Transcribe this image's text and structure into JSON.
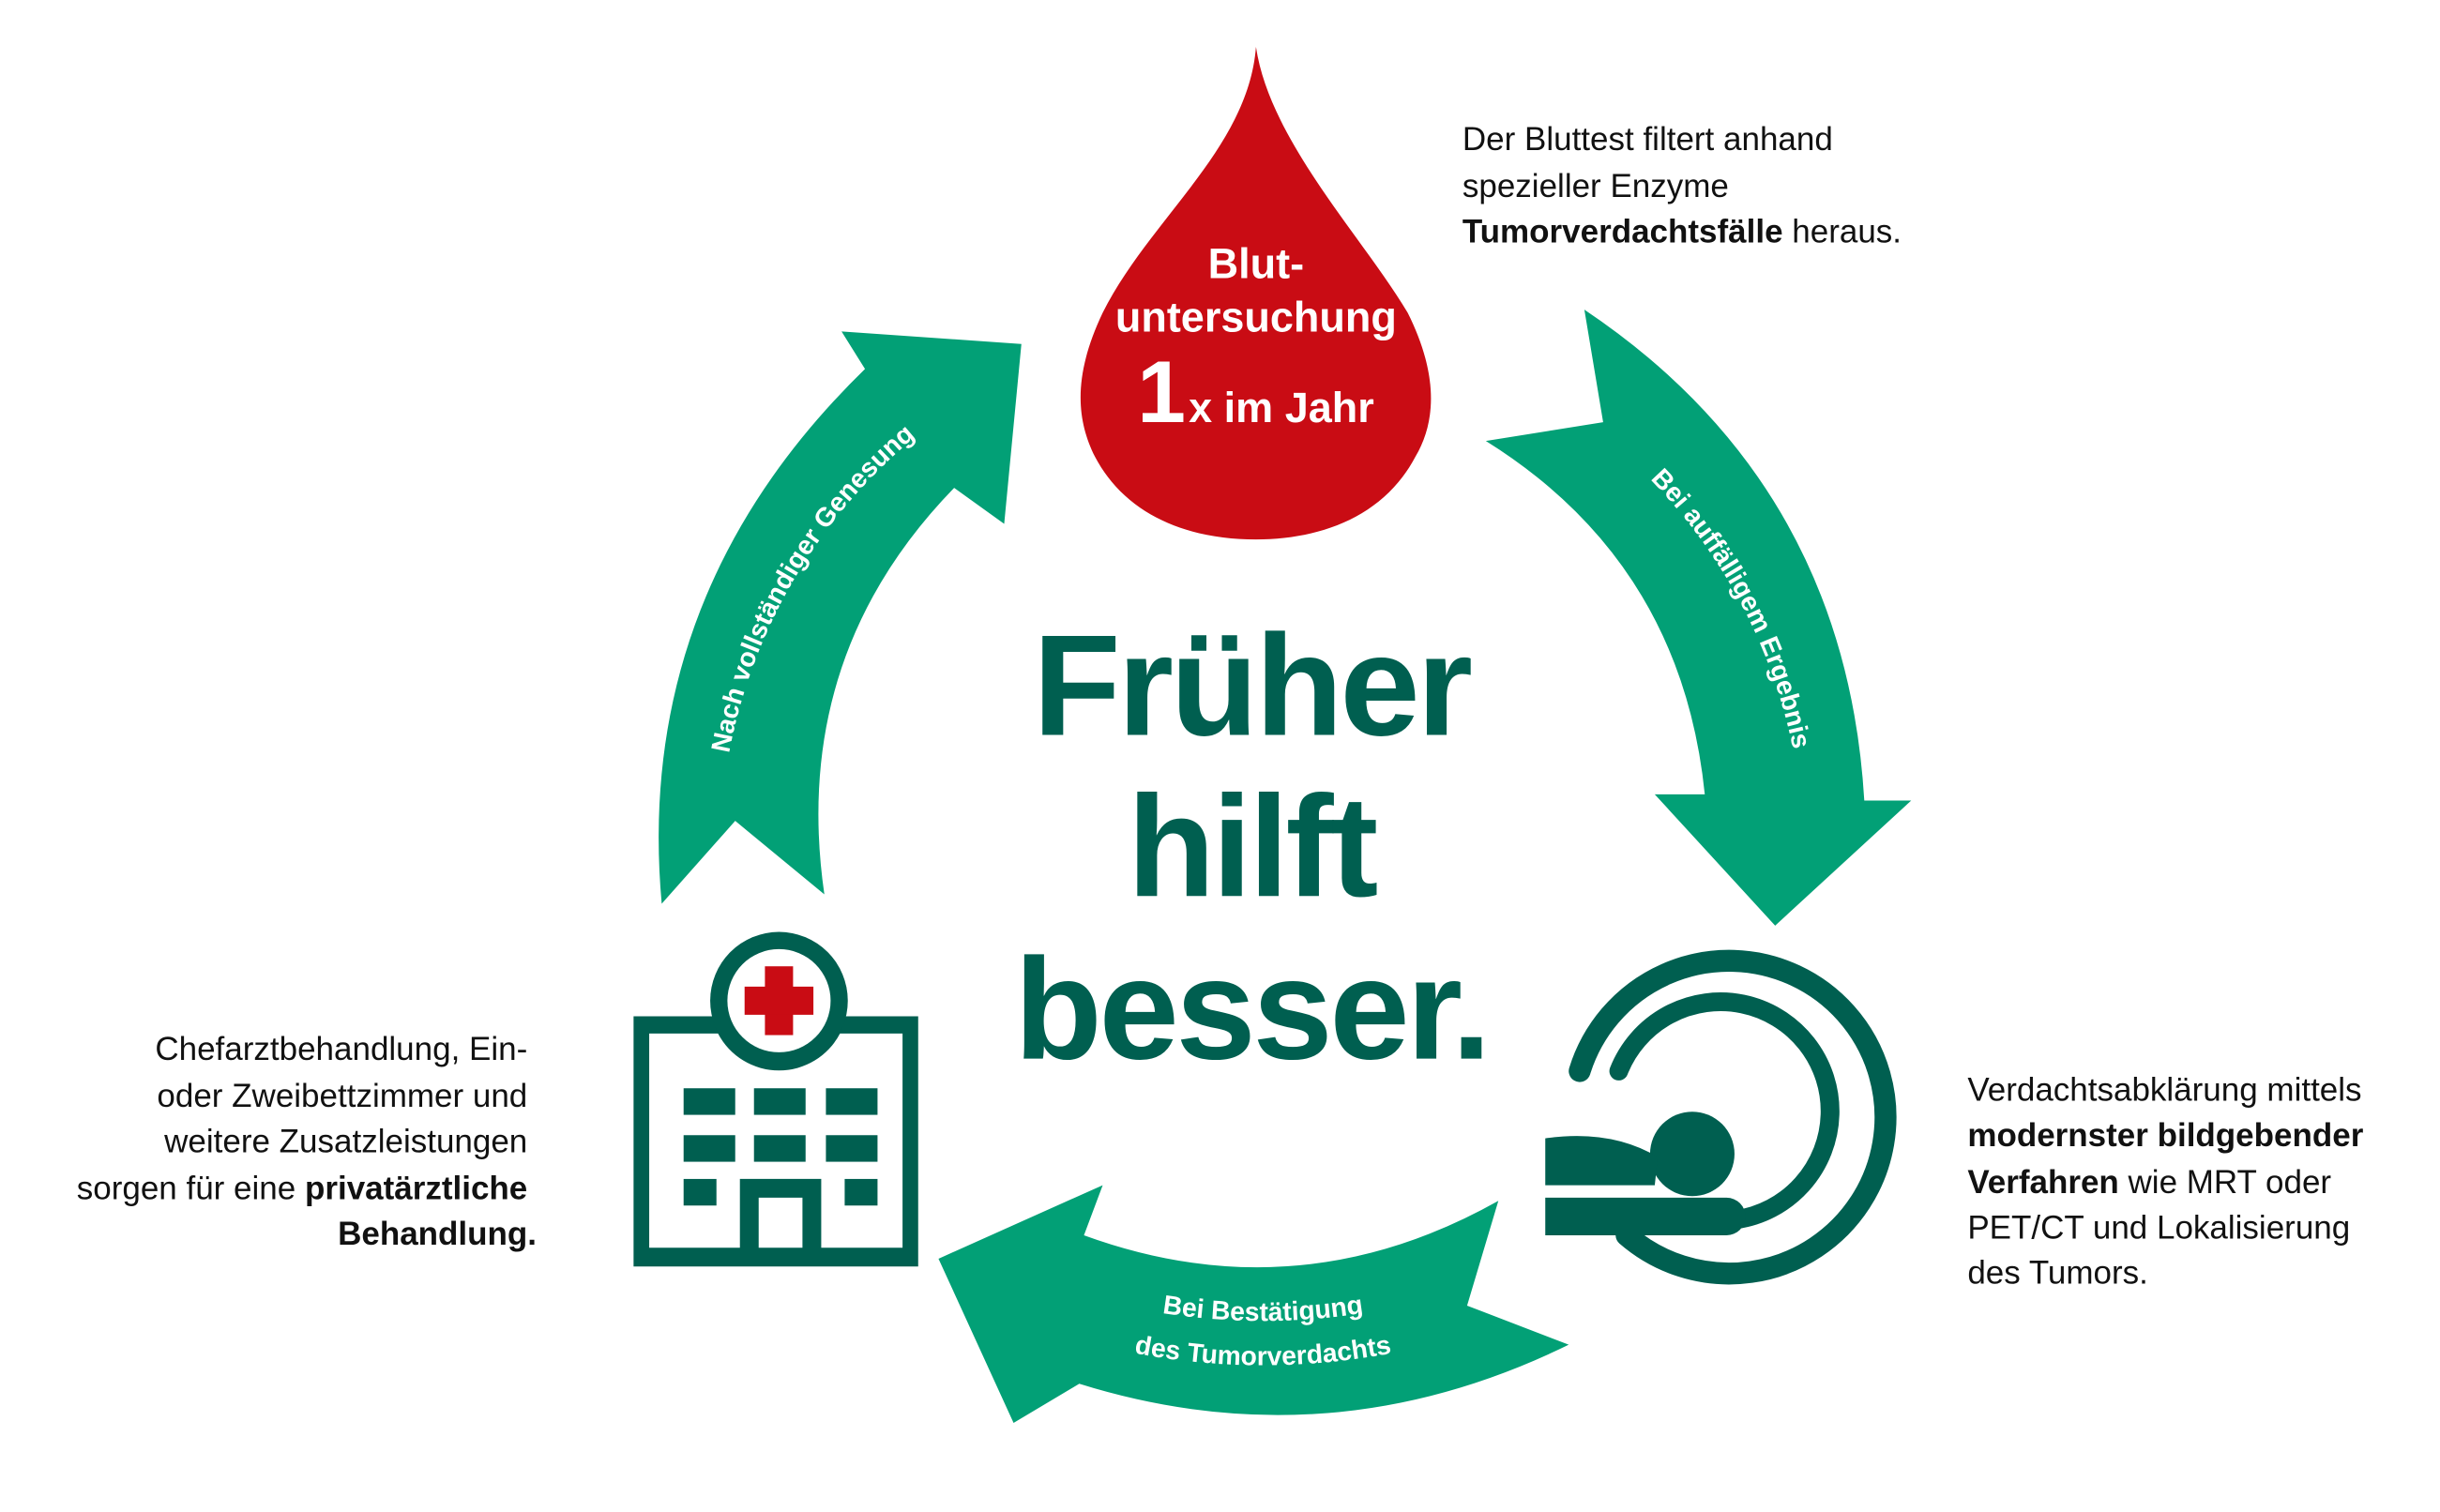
{
  "colors": {
    "green": "#02A076",
    "dark_green": "#005F50",
    "red": "#C90C14",
    "text": "#111111"
  },
  "drop": {
    "line1": "Blut-",
    "line2": "untersuchung",
    "number": "1",
    "line3": "x im Jahr"
  },
  "headline": {
    "line1": "Früher",
    "line2": "hilft",
    "line3": "besser."
  },
  "arrows": {
    "right": "Bei auffälligem Ergebnis",
    "bottom_line1": "Bei Bestätigung",
    "bottom_line2": "des Tumorverdachts",
    "left": "Nach vollständiger Genesung"
  },
  "top_text": {
    "line1": "Der Bluttest filtert anhand",
    "line2": "spezieller Enzyme",
    "line3_bold": "Tumorverdachtsfälle",
    "line3_rest": " heraus."
  },
  "right_text": {
    "line1": "Verdachtsabklärung mittels",
    "line2_bold": "modernster bildgebender",
    "line3_bold": "Verfahren",
    "line3_rest": " wie MRT oder",
    "line4": "PET/CT und Lokalisierung",
    "line5": "des Tumors."
  },
  "left_text": {
    "line1": "Chefarztbehandlung, Ein-",
    "line2": "oder Zweibettzimmer und",
    "line3": "weitere Zusatzleistungen",
    "line4": "sorgen für eine ",
    "line4_bold": "privatärztliche",
    "line5_bold": "Behandlung."
  },
  "icons": {
    "drop": "blood-drop-icon",
    "hospital": "hospital-icon",
    "scanner": "mri-scanner-icon"
  }
}
